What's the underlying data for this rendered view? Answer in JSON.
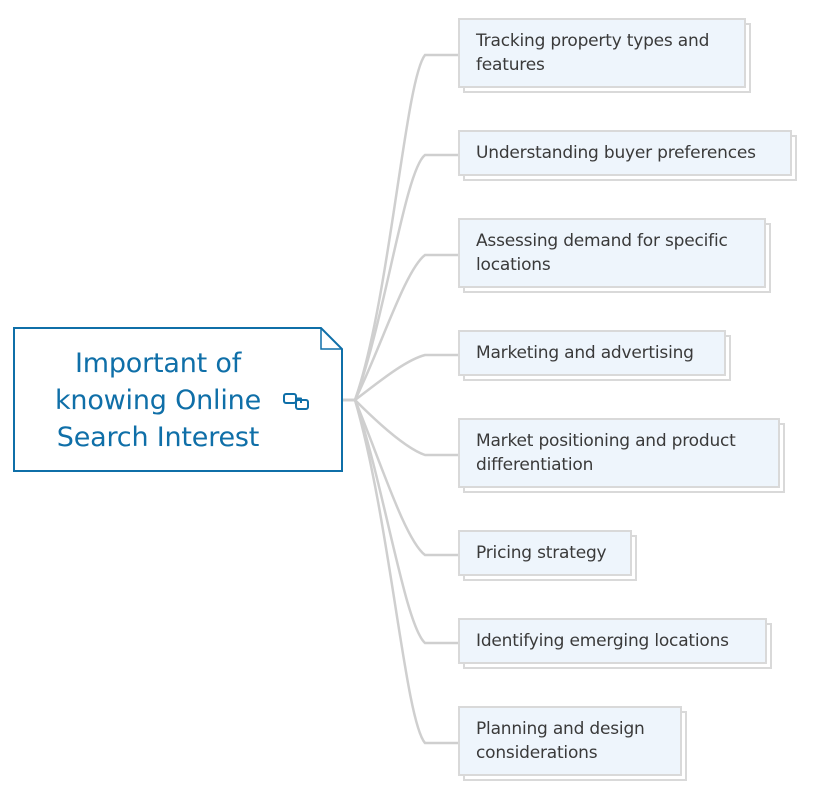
{
  "colors": {
    "central_text": "#0f6fa8",
    "central_border": "#0f6fa8",
    "topic_fill": "#eef5fc",
    "topic_border": "#d9d9d9",
    "connector": "#cfcfcf",
    "topic_text": "#3a3a3a"
  },
  "central": {
    "title": "Important of knowing Online Search Interest",
    "icon": "link-icon"
  },
  "topics": [
    "Tracking property types and features",
    "Understanding buyer preferences",
    "Assessing demand for specific locations",
    "Marketing and advertising",
    "Market positioning and product differentiation",
    "Pricing strategy",
    "Identifying emerging locations",
    "Planning and design considerations"
  ]
}
